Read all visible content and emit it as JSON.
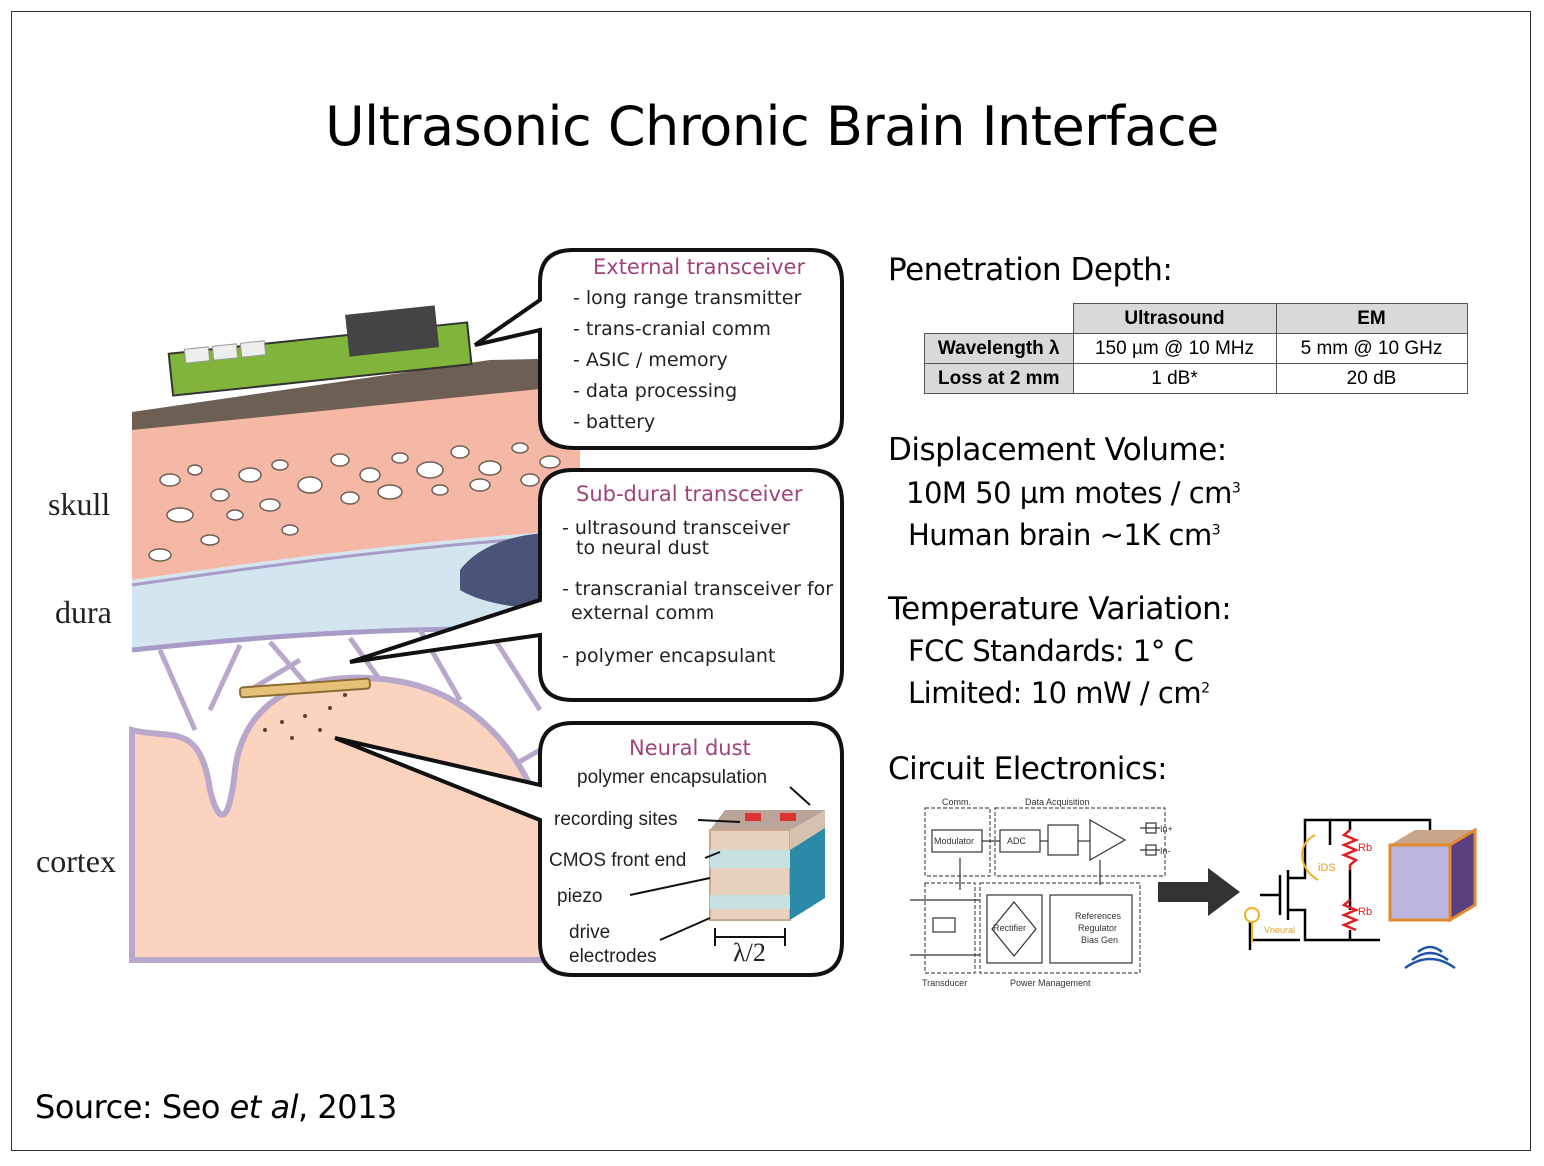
{
  "title": "Ultrasonic Chronic Brain Interface",
  "labels": {
    "skull": "skull",
    "dura": "dura",
    "cortex": "cortex"
  },
  "bubbles": {
    "external": {
      "title": "External transceiver",
      "items": [
        "- long range transmitter",
        "- trans-cranial comm",
        "- ASIC / memory",
        "- data processing",
        "- battery"
      ]
    },
    "subdural": {
      "title": "Sub-dural transceiver",
      "items": [
        "- ultrasound transceiver",
        "to neural dust",
        "- transcranial transceiver for",
        "external comm",
        "- polymer encapsulant"
      ]
    },
    "dust": {
      "title": "Neural dust",
      "labels": [
        "polymer encapsulation",
        "recording sites",
        "CMOS front end",
        "piezo",
        "drive",
        "electrodes",
        "λ/2"
      ]
    }
  },
  "penetration": {
    "heading": "Penetration Depth:",
    "columns": [
      "Ultrasound",
      "EM"
    ],
    "rows": [
      {
        "label": "Wavelength λ",
        "ultrasound": "150 µm @ 10 MHz",
        "em": "5 mm @ 10 GHz"
      },
      {
        "label": "Loss at 2 mm",
        "ultrasound": "1 dB*",
        "em": "20 dB"
      }
    ]
  },
  "displacement": {
    "heading": "Displacement Volume:",
    "line1": "10M 50 µm motes / cm",
    "line1_sup": "3",
    "line2": "Human brain ~1K cm",
    "line2_sup": "3"
  },
  "temperature": {
    "heading": "Temperature Variation:",
    "line1": "FCC Standards: 1° C",
    "line2": "Limited: 10 mW / cm",
    "line2_sup": "2"
  },
  "circuit": {
    "heading": "Circuit Electronics:",
    "labels": {
      "comm": "Comm.",
      "acq": "Data Acquisition",
      "modulator": "Modulator",
      "adc": "ADC",
      "in_plus": "In+",
      "in_minus": "In-",
      "rectifier": "Rectifier",
      "refs1": "References",
      "refs2": "Regulator",
      "refs3": "Bias Gen",
      "transducer": "Transducer",
      "power": "Power Management",
      "rb1": "Rb",
      "rb2": "Rb",
      "ids": "iDS",
      "vneural": "Vneural"
    }
  },
  "source": {
    "prefix": "Source:  Seo ",
    "etal": "et al",
    "suffix": ", 2013"
  },
  "colors": {
    "bubble_title": "#a0437c",
    "pcb": "#7fb43a",
    "skull": "#f6b9a8",
    "dura": "#cfe3ee",
    "cortex": "#fbd2bd",
    "membrane": "#b9a8cc"
  }
}
